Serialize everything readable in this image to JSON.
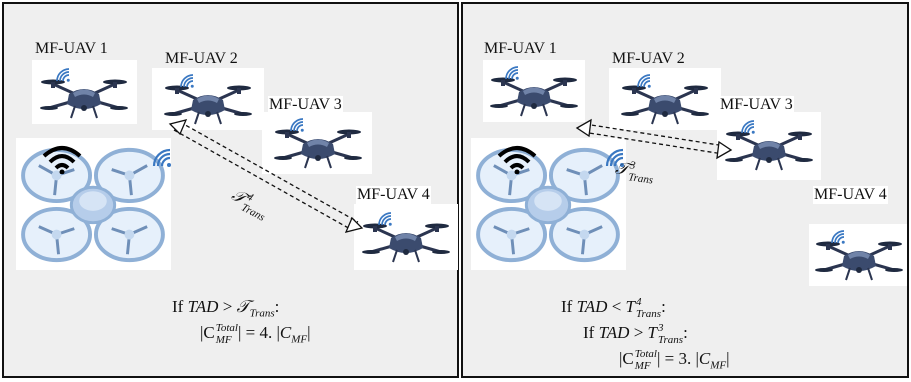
{
  "left_panel": {
    "drones": [
      "MF-UAV 1",
      "MF-UAV 2",
      "MF-UAV 3",
      "MF-UAV 4"
    ],
    "link_label": {
      "main": "𝒯",
      "sup": "4",
      "sub": "Trans"
    },
    "condition": {
      "line1_prefix": "If ",
      "line1_var": "TAD",
      "line1_op": " > ",
      "line1_rhs_main": "𝒯",
      "line1_rhs_sub": "Trans",
      "line1_suffix": ":",
      "line2_left": "|C",
      "line2_sub": "MF",
      "line2_sup": "Total",
      "line2_mid": "| = 4. |",
      "line2_c": "C",
      "line2_c_sub": "MF",
      "line2_end": "|"
    }
  },
  "right_panel": {
    "drones": [
      "MF-UAV 1",
      "MF-UAV 2",
      "MF-UAV 3",
      "MF-UAV 4"
    ],
    "link_label": {
      "main": "𝒯",
      "sup": "3",
      "sub": "Trans"
    },
    "condition": {
      "line1_prefix": "If ",
      "line1_var": "TAD",
      "line1_op": " < ",
      "line1_rhs_main": "T",
      "line1_rhs_sup": "4",
      "line1_rhs_sub": "Trans",
      "line1_suffix": ":",
      "line2_prefix": "If ",
      "line2_var": "TAD",
      "line2_op": " > ",
      "line2_rhs_main": "T",
      "line2_rhs_sup": "3",
      "line2_rhs_sub": "Trans",
      "line2_suffix": ":",
      "line3_left": "|C",
      "line3_sub": "MF",
      "line3_sup": "Total",
      "line3_mid": "| = 3. |",
      "line3_c": "C",
      "line3_c_sub": "MF",
      "line3_end": "|"
    }
  },
  "colors": {
    "drone_body": "#3b4b6e",
    "mother_frame": "#a9c4e3",
    "wifi_blue": "#3a78c2",
    "wifi_black": "#000000",
    "panel_bg": "#efefef"
  },
  "icons": [
    "small-drone-icon",
    "mother-drone-icon",
    "wifi-icon"
  ]
}
